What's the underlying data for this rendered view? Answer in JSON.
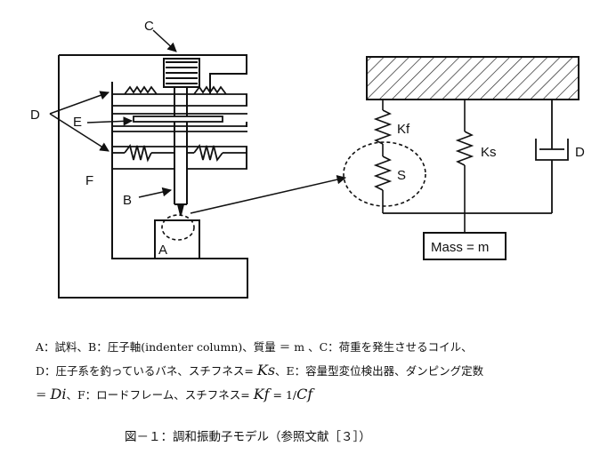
{
  "labels": {
    "a": "A",
    "b": "B",
    "c": "C",
    "d_left": "D",
    "e": "E",
    "f": "F",
    "kf": "Kf",
    "ks": "Ks",
    "s": "S",
    "d_right": "D",
    "mass": "Mass = m"
  },
  "caption": {
    "line1": "A：試料、B：圧子軸(indenter column)、質量 ＝ m 、C：荷重を発生させるコイル、",
    "line2_text": "D：圧子系を釣っているバネ、スチフネス= ",
    "line2_sym": "Ks",
    "line2_rest": "、E：容量型変位検出器、ダンピング定数",
    "line3_pre": "＝ ",
    "line3_sym1": "Di",
    "line3_mid": "、F：ロードフレーム、スチフネス= ",
    "line3_sym2": "Kf",
    "line3_eq": " = 1/",
    "line3_sym3": "Cf"
  },
  "figure_title": "図－１：調和振動子モデル（参照文献［３］）"
}
